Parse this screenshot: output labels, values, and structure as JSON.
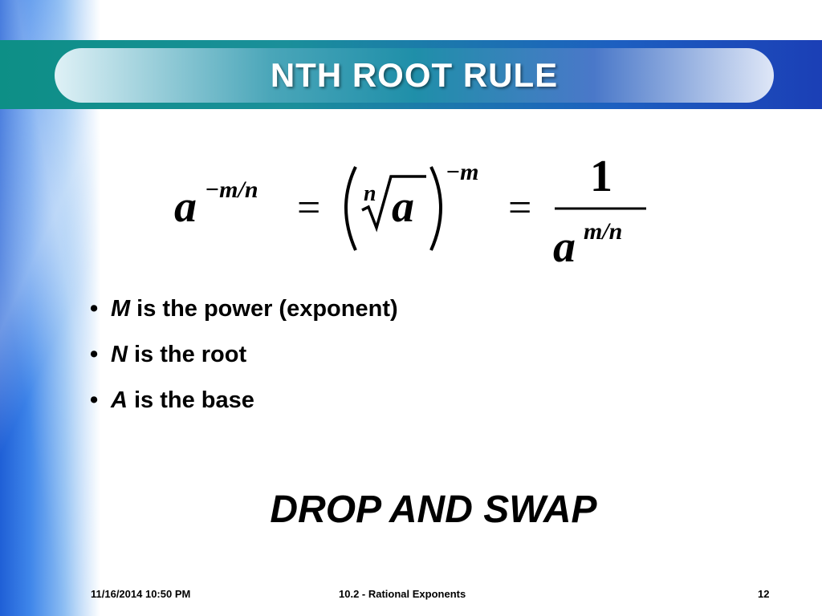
{
  "slide": {
    "title": "NTH ROOT RULE",
    "formula": {
      "lhs_base": "a",
      "lhs_exponent": "−m/n",
      "equals": "=",
      "root_index": "n",
      "radicand": "a",
      "outer_exponent": "−m",
      "fraction_numerator": "1",
      "fraction_denominator_base": "a",
      "fraction_denominator_exponent": "m/n"
    },
    "bullets": [
      {
        "var": "M",
        "text": "is the power (exponent)"
      },
      {
        "var": "N",
        "text": "is the root"
      },
      {
        "var": "A",
        "text": "is the base"
      }
    ],
    "tagline": "DROP AND SWAP"
  },
  "footer": {
    "date": "11/16/2014 10:50 PM",
    "center": "10.2 - Rational Exponents",
    "page_number": "12"
  },
  "colors": {
    "header_teal": "#0d8f86",
    "header_blue": "#1b3fb6",
    "left_strip_blue": "#1f5fd6"
  }
}
